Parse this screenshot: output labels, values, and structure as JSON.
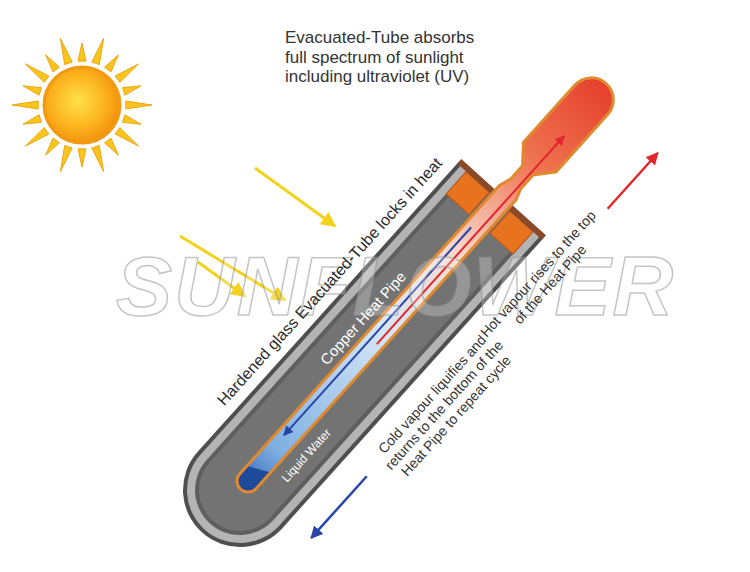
{
  "diagram": {
    "labels": [
      "Evacuated-Tube absorbs full spectrum of sunlight including ultraviolet (UV)",
      "Hardened glass Evacuated-Tube locks in heat",
      "Copper Heat Pipe",
      "Liquid Water",
      "Hot vapour rises to the top of the Heat Pipe",
      "Cold vapour liquifies and returns to the bottom of the Heat Pipe to repeat cycle",
      "SUNFLOWER"
    ]
  }
}
